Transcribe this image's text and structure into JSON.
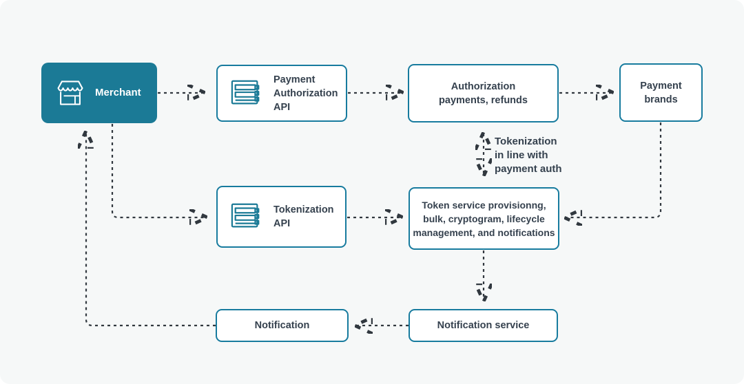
{
  "colors": {
    "canvas_bg": "#f6f8f8",
    "teal_fill": "#1b7a96",
    "teal_border": "#177b9e",
    "text": "#35414e",
    "arrow": "#31383f"
  },
  "nodes": {
    "merchant": {
      "label": "Merchant",
      "icon": "storefront-icon"
    },
    "payment_auth_api": {
      "label": "Payment\nAuthorization\nAPI",
      "icon": "api-server-icon"
    },
    "authorization": {
      "label": "Authorization\npayments, refunds"
    },
    "payment_brands": {
      "label": "Payment\nbrands"
    },
    "tokenization_api": {
      "label": "Tokenization\nAPI",
      "icon": "api-server-icon"
    },
    "token_service": {
      "label": "Token service provisionng,\nbulk, cryptogram, lifecycle\nmanagement, and notifications"
    },
    "notification": {
      "label": "Notification"
    },
    "notification_service": {
      "label": "Notification service"
    }
  },
  "annotations": {
    "tokenization_inline": "Tokenization\nin line with\npayment auth"
  }
}
